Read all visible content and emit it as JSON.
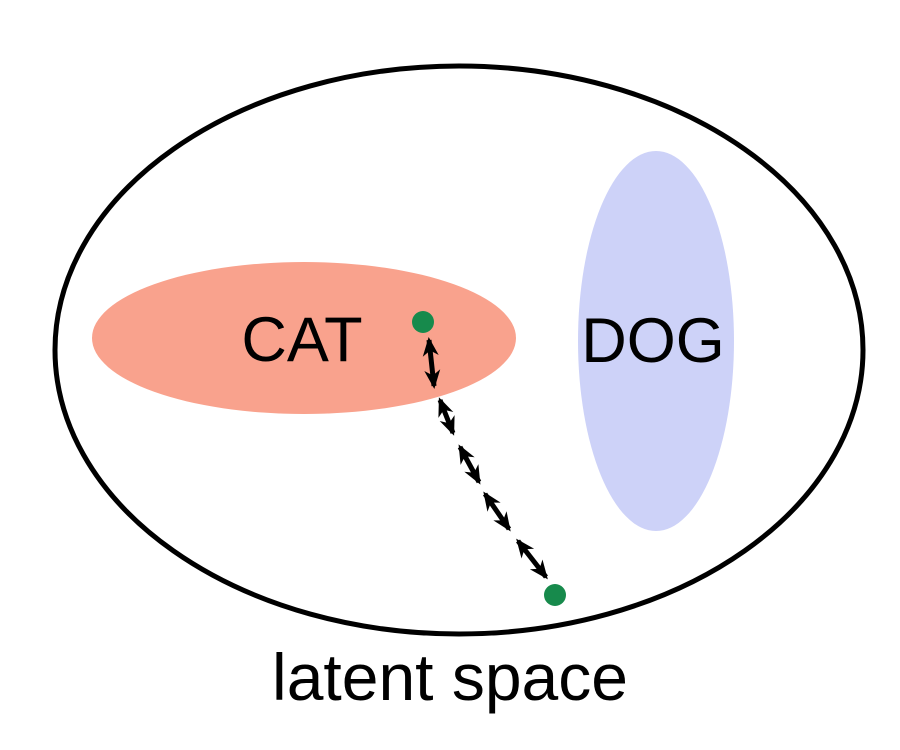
{
  "labels": {
    "cat_region": "CAT",
    "dog_region": "DOG",
    "caption": "latent space"
  },
  "colors": {
    "background": "#ffffff",
    "outline": "#000000",
    "cat_region_fill": "#f9a28d",
    "dog_region_fill": "#cdd2f8",
    "point_fill": "#178a4c"
  },
  "arrows": {
    "count": 5,
    "type": "double-headed"
  }
}
